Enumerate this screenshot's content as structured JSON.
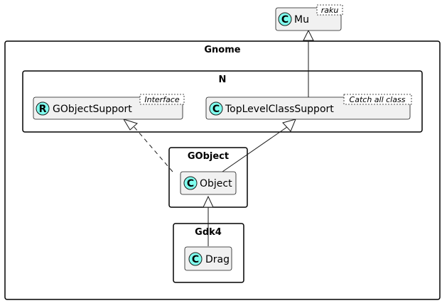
{
  "packages": {
    "gnome": "Gnome",
    "n": "N",
    "gobject": "GObject",
    "gdk4": "Gdk4"
  },
  "classes": {
    "mu": {
      "name": "Mu",
      "badge": "C",
      "stereotype": "raku"
    },
    "gobject_support": {
      "name": "GObjectSupport",
      "badge": "R",
      "stereotype": "Interface"
    },
    "top_level": {
      "name": "TopLevelClassSupport",
      "badge": "C",
      "stereotype": "Catch all class"
    },
    "object": {
      "name": "Object",
      "badge": "C"
    },
    "drag": {
      "name": "Drag",
      "badge": "C"
    }
  },
  "colors": {
    "class_fill": "#f1f1f1",
    "class_border": "#181818",
    "badge_fill": "#7fffee",
    "package_border": "#000000"
  }
}
